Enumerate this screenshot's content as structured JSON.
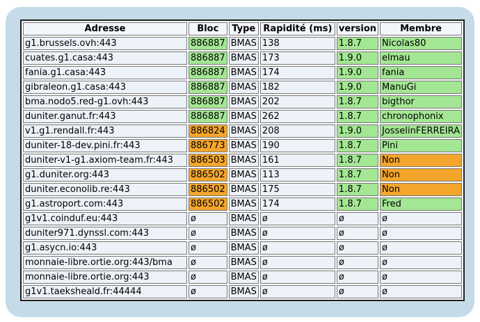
{
  "colors": {
    "panel_bg": "#c5dce8",
    "cell_bg": "#edf2f9",
    "header_bg": "#f3f6fb",
    "green": "#a3e693",
    "orange": "#f4a62c",
    "table_border": "#1f1f1f",
    "cell_border": "#757575"
  },
  "table": {
    "empty_symbol": "ø",
    "columns": [
      {
        "key": "adresse",
        "label": "Adresse"
      },
      {
        "key": "bloc",
        "label": "Bloc"
      },
      {
        "key": "type",
        "label": "Type"
      },
      {
        "key": "rapidite",
        "label": "Rapidité (ms)"
      },
      {
        "key": "version",
        "label": "version"
      },
      {
        "key": "membre",
        "label": "Membre"
      }
    ],
    "rows": [
      {
        "cells": [
          {
            "t": "g1.brussels.ovh:443",
            "c": "none"
          },
          {
            "t": "886887",
            "c": "green"
          },
          {
            "t": "BMAS",
            "c": "none"
          },
          {
            "t": "138",
            "c": "none"
          },
          {
            "t": "1.8.7",
            "c": "green"
          },
          {
            "t": "Nicolas80",
            "c": "green"
          }
        ]
      },
      {
        "cells": [
          {
            "t": "cuates.g1.casa:443",
            "c": "none"
          },
          {
            "t": "886887",
            "c": "green"
          },
          {
            "t": "BMAS",
            "c": "none"
          },
          {
            "t": "173",
            "c": "none"
          },
          {
            "t": "1.9.0",
            "c": "green"
          },
          {
            "t": "elmau",
            "c": "green"
          }
        ]
      },
      {
        "cells": [
          {
            "t": "fania.g1.casa:443",
            "c": "none"
          },
          {
            "t": "886887",
            "c": "green"
          },
          {
            "t": "BMAS",
            "c": "none"
          },
          {
            "t": "174",
            "c": "none"
          },
          {
            "t": "1.9.0",
            "c": "green"
          },
          {
            "t": "fania",
            "c": "green"
          }
        ]
      },
      {
        "cells": [
          {
            "t": "gibraleon.g1.casa:443",
            "c": "none"
          },
          {
            "t": "886887",
            "c": "green"
          },
          {
            "t": "BMAS",
            "c": "none"
          },
          {
            "t": "182",
            "c": "none"
          },
          {
            "t": "1.9.0",
            "c": "green"
          },
          {
            "t": "ManuGi",
            "c": "green"
          }
        ]
      },
      {
        "cells": [
          {
            "t": "bma.nodo5.red-g1.ovh:443",
            "c": "none"
          },
          {
            "t": "886887",
            "c": "green"
          },
          {
            "t": "BMAS",
            "c": "none"
          },
          {
            "t": "202",
            "c": "none"
          },
          {
            "t": "1.8.7",
            "c": "green"
          },
          {
            "t": "bigthor",
            "c": "green"
          }
        ]
      },
      {
        "cells": [
          {
            "t": "duniter.ganut.fr:443",
            "c": "none"
          },
          {
            "t": "886887",
            "c": "green"
          },
          {
            "t": "BMAS",
            "c": "none"
          },
          {
            "t": "262",
            "c": "none"
          },
          {
            "t": "1.8.7",
            "c": "green"
          },
          {
            "t": "chronophonix",
            "c": "green"
          }
        ]
      },
      {
        "cells": [
          {
            "t": "v1.g1.rendall.fr:443",
            "c": "none"
          },
          {
            "t": "886824",
            "c": "orange"
          },
          {
            "t": "BMAS",
            "c": "none"
          },
          {
            "t": "208",
            "c": "none"
          },
          {
            "t": "1.9.0",
            "c": "green"
          },
          {
            "t": "JosselinFERREIRA",
            "c": "green"
          }
        ]
      },
      {
        "cells": [
          {
            "t": "duniter-18-dev.pini.fr:443",
            "c": "none"
          },
          {
            "t": "886773",
            "c": "orange"
          },
          {
            "t": "BMAS",
            "c": "none"
          },
          {
            "t": "190",
            "c": "none"
          },
          {
            "t": "1.8.7",
            "c": "green"
          },
          {
            "t": "Pini",
            "c": "green"
          }
        ]
      },
      {
        "cells": [
          {
            "t": "duniter-v1-g1.axiom-team.fr:443",
            "c": "none"
          },
          {
            "t": "886503",
            "c": "orange"
          },
          {
            "t": "BMAS",
            "c": "none"
          },
          {
            "t": "161",
            "c": "none"
          },
          {
            "t": "1.8.7",
            "c": "green"
          },
          {
            "t": "Non",
            "c": "orange"
          }
        ]
      },
      {
        "cells": [
          {
            "t": "g1.duniter.org:443",
            "c": "none"
          },
          {
            "t": "886502",
            "c": "orange"
          },
          {
            "t": "BMAS",
            "c": "none"
          },
          {
            "t": "113",
            "c": "none"
          },
          {
            "t": "1.8.7",
            "c": "green"
          },
          {
            "t": "Non",
            "c": "orange"
          }
        ]
      },
      {
        "cells": [
          {
            "t": "duniter.econolib.re:443",
            "c": "none"
          },
          {
            "t": "886502",
            "c": "orange"
          },
          {
            "t": "BMAS",
            "c": "none"
          },
          {
            "t": "175",
            "c": "none"
          },
          {
            "t": "1.8.7",
            "c": "green"
          },
          {
            "t": "Non",
            "c": "orange"
          }
        ]
      },
      {
        "cells": [
          {
            "t": "g1.astroport.com:443",
            "c": "none"
          },
          {
            "t": "886502",
            "c": "orange"
          },
          {
            "t": "BMAS",
            "c": "none"
          },
          {
            "t": "174",
            "c": "none"
          },
          {
            "t": "1.8.7",
            "c": "green"
          },
          {
            "t": "Fred",
            "c": "green"
          }
        ]
      },
      {
        "cells": [
          {
            "t": "g1v1.coinduf.eu:443",
            "c": "none"
          },
          {
            "t": "ø",
            "c": "none"
          },
          {
            "t": "BMAS",
            "c": "none"
          },
          {
            "t": "ø",
            "c": "none"
          },
          {
            "t": "ø",
            "c": "none"
          },
          {
            "t": "ø",
            "c": "none"
          }
        ]
      },
      {
        "cells": [
          {
            "t": "duniter971.dynssl.com:443",
            "c": "none"
          },
          {
            "t": "ø",
            "c": "none"
          },
          {
            "t": "BMAS",
            "c": "none"
          },
          {
            "t": "ø",
            "c": "none"
          },
          {
            "t": "ø",
            "c": "none"
          },
          {
            "t": "ø",
            "c": "none"
          }
        ]
      },
      {
        "cells": [
          {
            "t": "g1.asycn.io:443",
            "c": "none"
          },
          {
            "t": "ø",
            "c": "none"
          },
          {
            "t": "BMAS",
            "c": "none"
          },
          {
            "t": "ø",
            "c": "none"
          },
          {
            "t": "ø",
            "c": "none"
          },
          {
            "t": "ø",
            "c": "none"
          }
        ]
      },
      {
        "cells": [
          {
            "t": "monnaie-libre.ortie.org:443/bma",
            "c": "none"
          },
          {
            "t": "ø",
            "c": "none"
          },
          {
            "t": "BMAS",
            "c": "none"
          },
          {
            "t": "ø",
            "c": "none"
          },
          {
            "t": "ø",
            "c": "none"
          },
          {
            "t": "ø",
            "c": "none"
          }
        ]
      },
      {
        "cells": [
          {
            "t": "monnaie-libre.ortie.org:443",
            "c": "none"
          },
          {
            "t": "ø",
            "c": "none"
          },
          {
            "t": "BMAS",
            "c": "none"
          },
          {
            "t": "ø",
            "c": "none"
          },
          {
            "t": "ø",
            "c": "none"
          },
          {
            "t": "ø",
            "c": "none"
          }
        ]
      },
      {
        "cells": [
          {
            "t": "g1v1.taeksheald.fr:44444",
            "c": "none"
          },
          {
            "t": "ø",
            "c": "none"
          },
          {
            "t": "BMAS",
            "c": "none"
          },
          {
            "t": "ø",
            "c": "none"
          },
          {
            "t": "ø",
            "c": "none"
          },
          {
            "t": "ø",
            "c": "none"
          }
        ]
      }
    ]
  }
}
